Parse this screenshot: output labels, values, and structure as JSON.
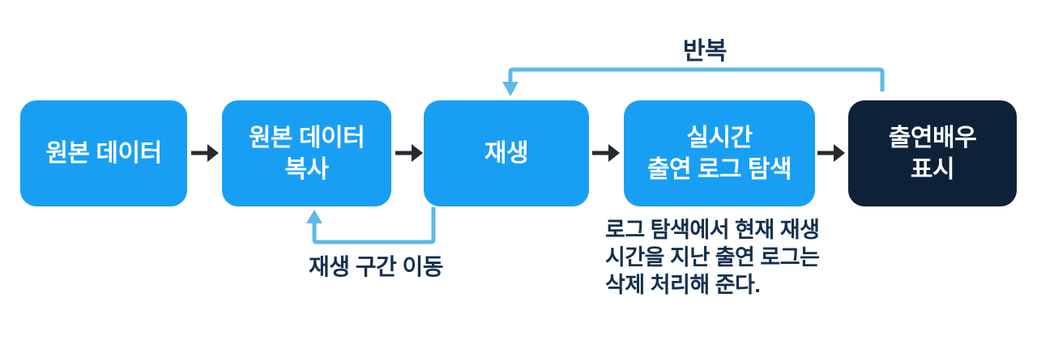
{
  "diagram": {
    "type": "flowchart",
    "colors": {
      "background": "#ffffff",
      "node_blue": "#189FF4",
      "node_navy": "#0D2238",
      "node_text": "#ffffff",
      "label_navy": "#15304E",
      "loop_line_blue": "#5FB9E8",
      "flow_arrow_dark": "#26292E"
    },
    "nodes": [
      {
        "id": "source-data",
        "lines": [
          "원본 데이터"
        ]
      },
      {
        "id": "source-data-copy",
        "lines": [
          "원본 데이터",
          "복사"
        ]
      },
      {
        "id": "playback",
        "lines": [
          "재생"
        ]
      },
      {
        "id": "realtime-log-search",
        "lines": [
          "실시간",
          "출연 로그 탐색"
        ]
      },
      {
        "id": "cast-display",
        "lines": [
          "출연배우",
          "표시"
        ]
      }
    ],
    "loop_top": {
      "label": "반복",
      "from": "cast-display",
      "to": "playback"
    },
    "loop_bottom": {
      "label": "재생 구간 이동",
      "from": "playback",
      "to": "source-data-copy"
    },
    "note": {
      "lines": [
        "로그 탐색에서 현재 재생",
        "시간을 지난 출연 로그는",
        "삭제 처리해 준다."
      ]
    }
  }
}
